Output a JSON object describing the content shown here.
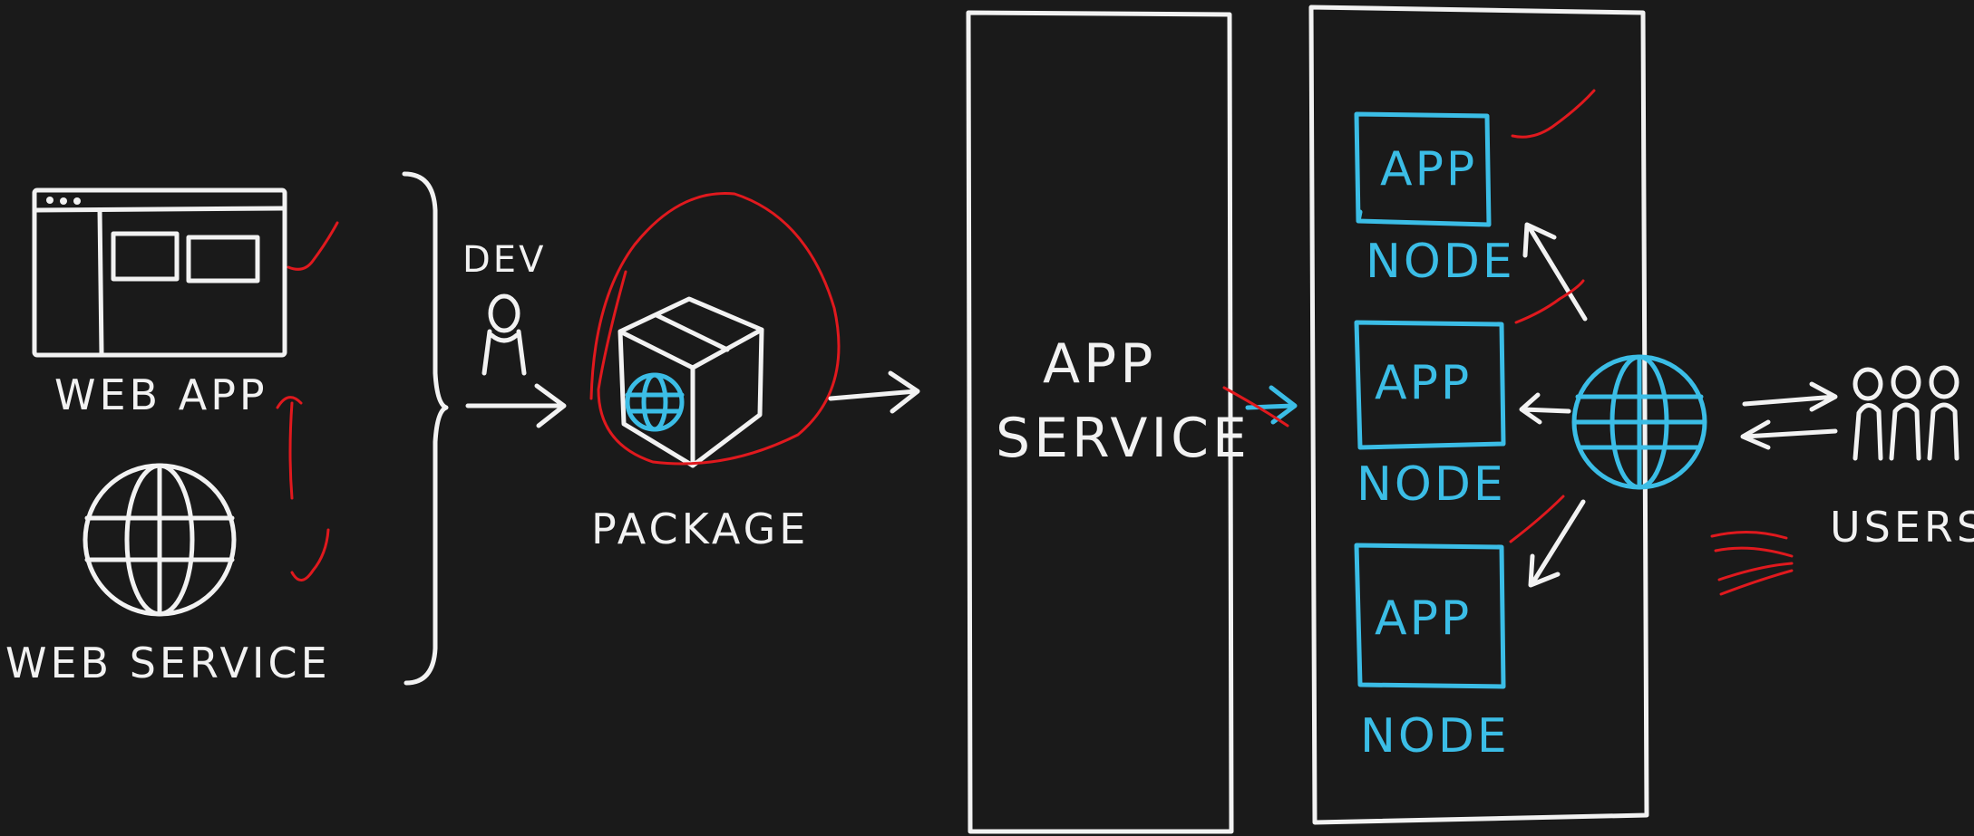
{
  "diagram": {
    "labels": {
      "web_app": "WEB APP",
      "web_service": "WEB SERVICE",
      "dev": "DEV",
      "package": "PACKAGE",
      "app_service_line1": "APP",
      "app_service_line2": "SERVICE",
      "users": "USERS"
    },
    "nodes": [
      {
        "app": "APP",
        "node": "NODE"
      },
      {
        "app": "APP",
        "node": "NODE"
      },
      {
        "app": "APP",
        "node": "NODE"
      }
    ],
    "colors": {
      "background": "#1a1a1a",
      "stroke": "#f2f2f2",
      "accent": "#3bbde6",
      "annotation": "#e0191e"
    }
  }
}
